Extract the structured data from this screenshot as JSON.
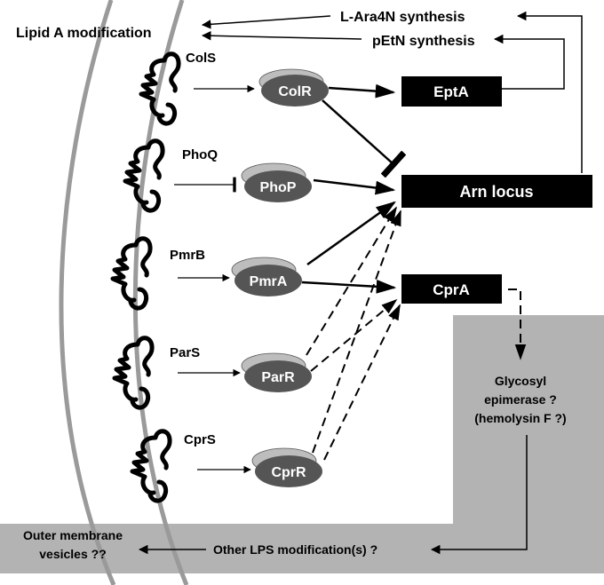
{
  "title": "Lipid A modification",
  "products": {
    "ara4n": "L-Ara4N synthesis",
    "petn": "pEtN synthesis"
  },
  "sensors": [
    {
      "label": "ColS"
    },
    {
      "label": "PhoQ"
    },
    {
      "label": "PmrB"
    },
    {
      "label": "ParS"
    },
    {
      "label": "CprS"
    }
  ],
  "regulators": [
    {
      "label": "ColR"
    },
    {
      "label": "PhoP"
    },
    {
      "label": "PmrA"
    },
    {
      "label": "ParR"
    },
    {
      "label": "CprR"
    }
  ],
  "targets": {
    "epta": "EptA",
    "arn": "Arn locus",
    "cpra": "CprA"
  },
  "glycosyl": {
    "line1": "Glycosyl",
    "line2": "epimerase ?",
    "line3": "(hemolysin F ?)"
  },
  "other_lps": "Other LPS modification(s) ?",
  "omv": {
    "line1": "Outer membrane",
    "line2": "vesicles ??"
  },
  "colors": {
    "shade": "#b3b3b3",
    "membrane": "#9a9a9a",
    "regulator_fill": "#555555",
    "regulator_cap": "#bdbdbd",
    "box": "#000000"
  }
}
